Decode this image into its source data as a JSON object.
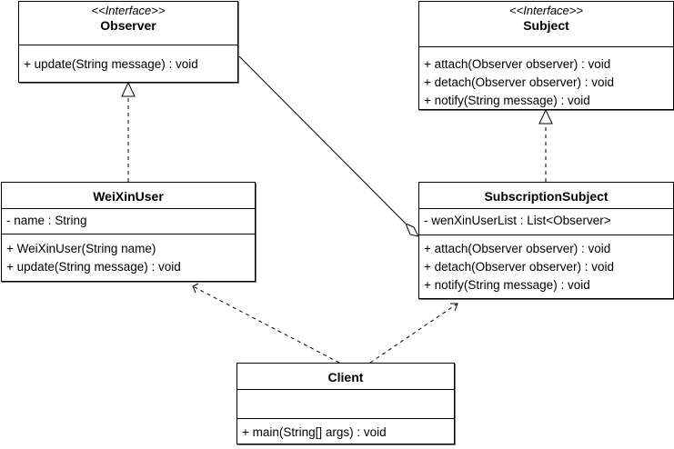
{
  "classes": {
    "observer": {
      "stereotype": "<<Interface>>",
      "name": "Observer",
      "operations": [
        "+ update(String message) : void"
      ]
    },
    "subject": {
      "stereotype": "<<Interface>>",
      "name": "Subject",
      "operations": [
        "+ attach(Observer observer) : void",
        "+ detach(Observer observer) : void",
        "+ notify(String message) : void"
      ]
    },
    "weixinuser": {
      "name": "WeiXinUser",
      "attributes": [
        "- name : String"
      ],
      "operations": [
        "+ WeiXinUser(String name)",
        "+ update(String message) : void"
      ]
    },
    "subscription": {
      "name": "SubscriptionSubject",
      "attributes": [
        "- wenXinUserList : List<Observer>"
      ],
      "operations": [
        "+ attach(Observer observer) : void",
        "+ detach(Observer observer) : void",
        "+ notify(String message) : void"
      ]
    },
    "client": {
      "name": "Client",
      "attributes": [],
      "operations": [
        "+ main(String[] args) : void"
      ]
    }
  },
  "relations": [
    {
      "type": "realization",
      "from": "WeiXinUser",
      "to": "Observer"
    },
    {
      "type": "realization",
      "from": "SubscriptionSubject",
      "to": "Subject"
    },
    {
      "type": "aggregation",
      "from": "SubscriptionSubject",
      "to": "Observer"
    },
    {
      "type": "dependency",
      "from": "Client",
      "to": "WeiXinUser"
    },
    {
      "type": "dependency",
      "from": "Client",
      "to": "SubscriptionSubject"
    }
  ],
  "colors": {
    "line": "#000000",
    "background": "#ffffff"
  }
}
